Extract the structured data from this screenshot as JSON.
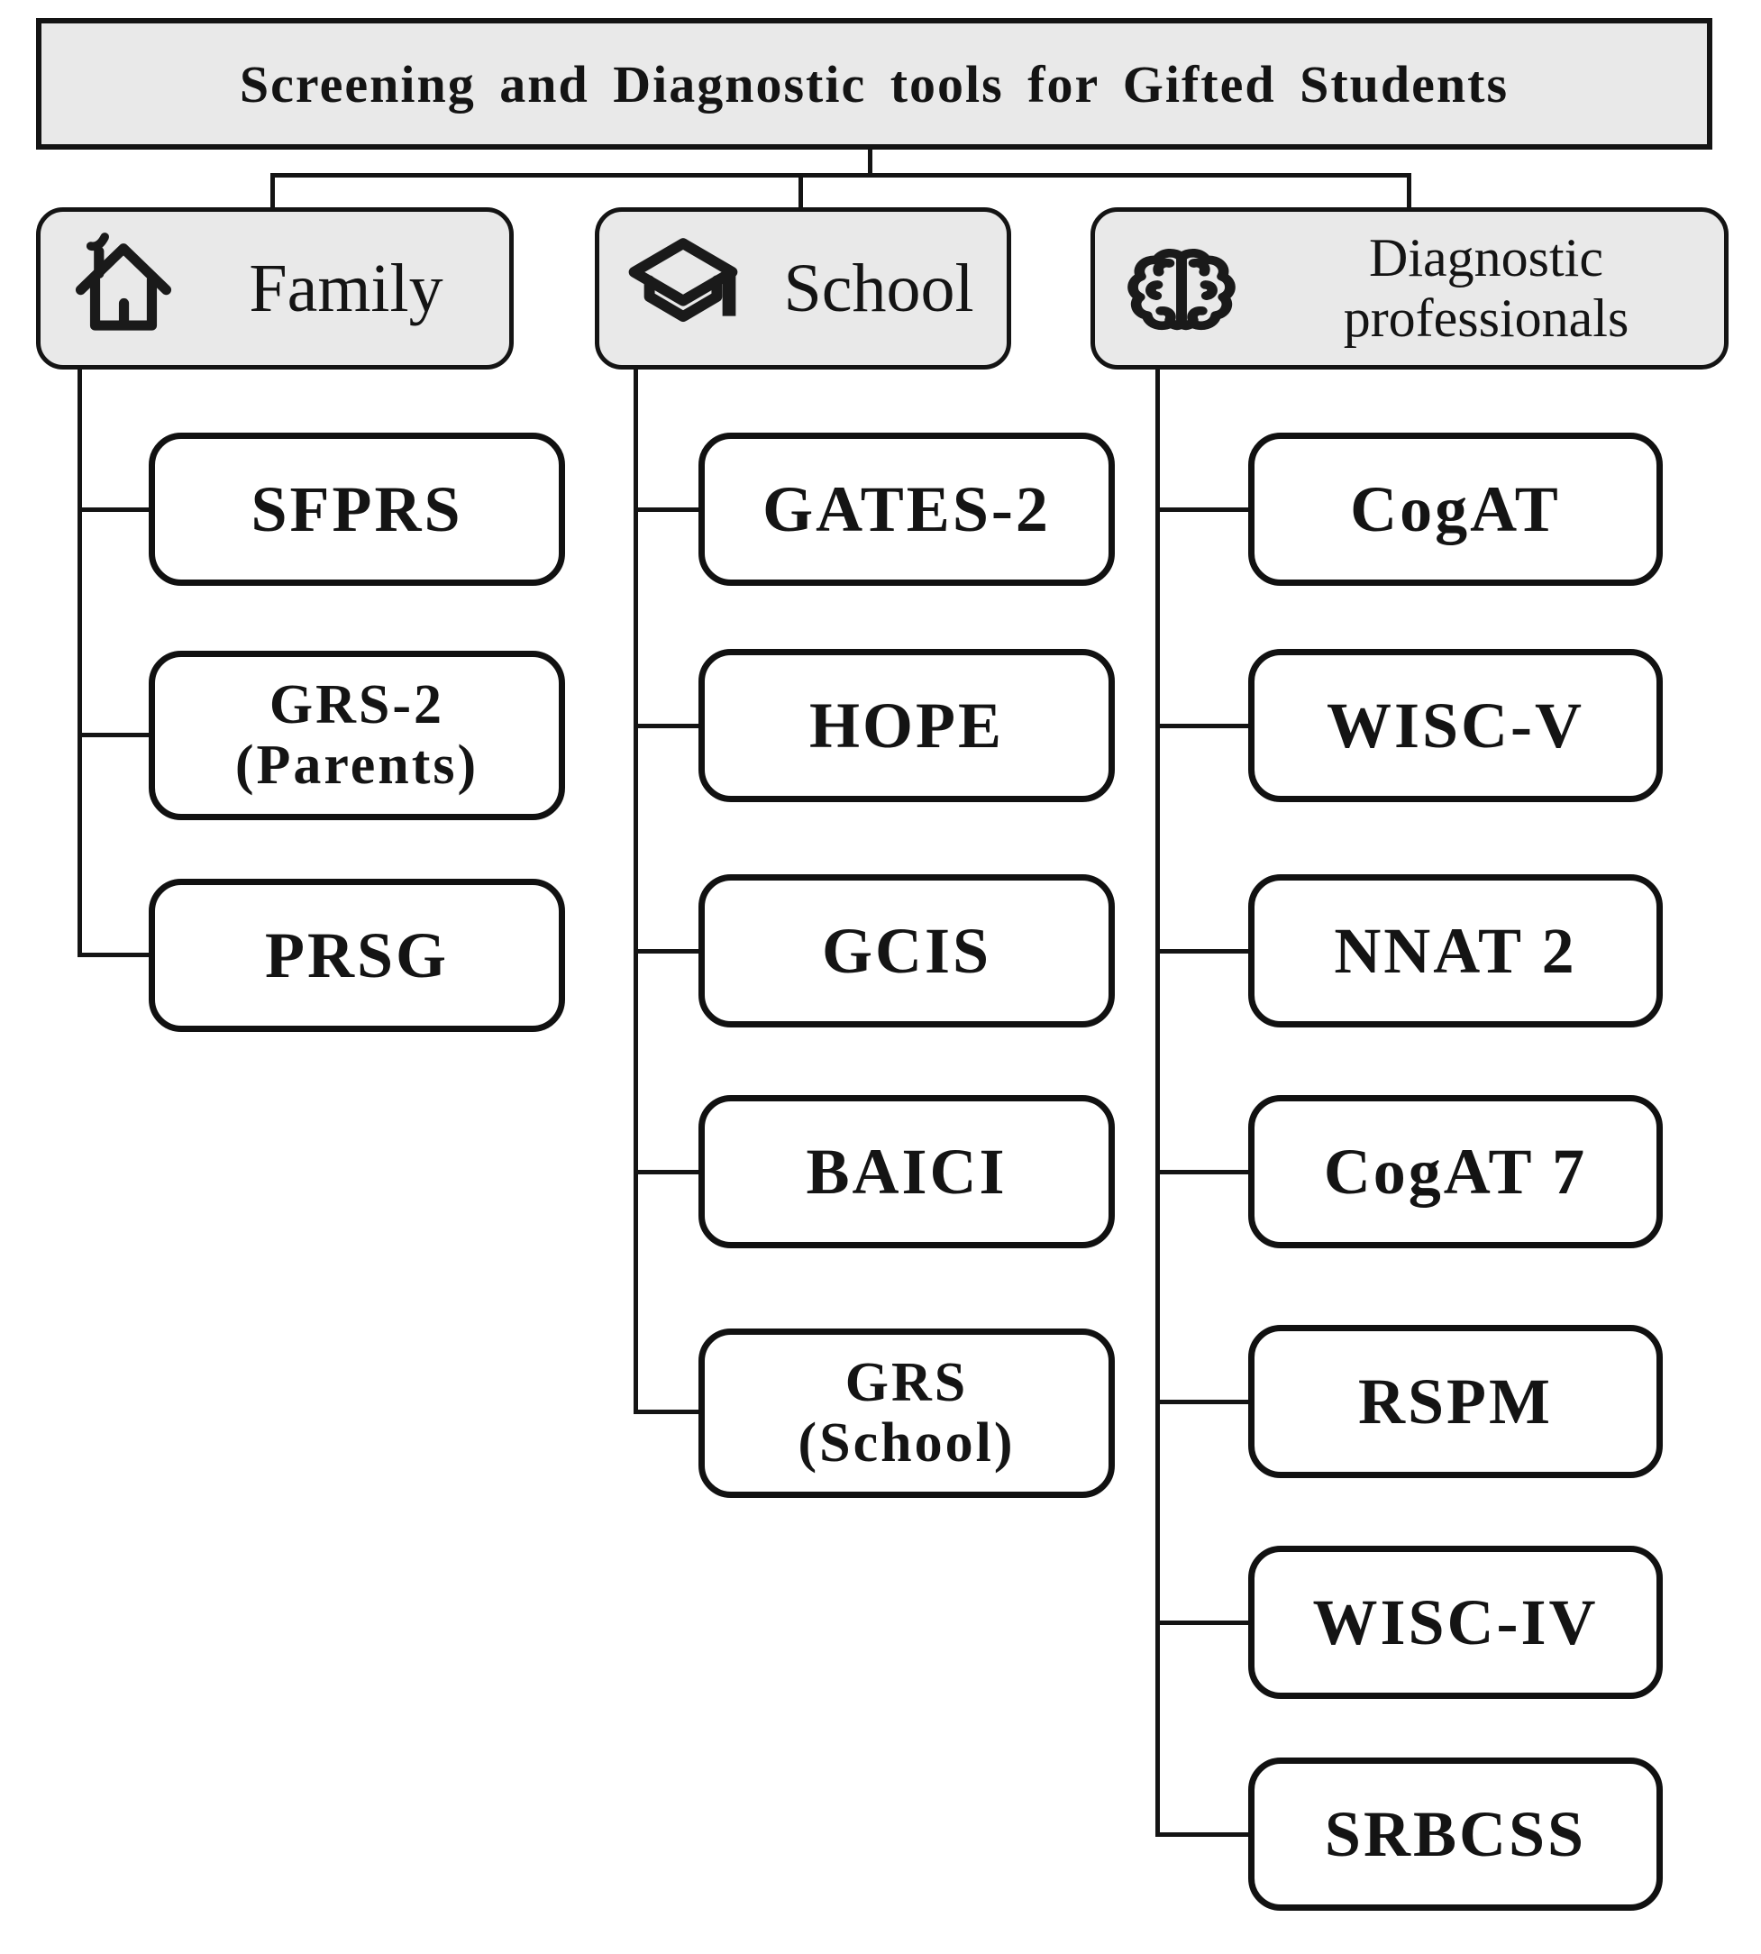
{
  "figure": {
    "title": "Screening and Diagnostic tools for Gifted Students"
  },
  "branches": {
    "family": {
      "label": "Family",
      "icon": "house-icon",
      "children": [
        {
          "lines": [
            "SFPRS"
          ]
        },
        {
          "lines": [
            "GRS-2",
            "(Parents)"
          ]
        },
        {
          "lines": [
            "PRSG"
          ]
        }
      ]
    },
    "school": {
      "label": "School",
      "icon": "graduation-cap-icon",
      "children": [
        {
          "lines": [
            "GATES-2"
          ]
        },
        {
          "lines": [
            "HOPE"
          ]
        },
        {
          "lines": [
            "GCIS"
          ]
        },
        {
          "lines": [
            "BAICI"
          ]
        },
        {
          "lines": [
            "GRS",
            "(School)"
          ]
        }
      ]
    },
    "diagnostic": {
      "label_lines": [
        "Diagnostic",
        "professionals"
      ],
      "icon": "brain-icon",
      "children": [
        {
          "lines": [
            "CogAT"
          ]
        },
        {
          "lines": [
            "WISC-V"
          ]
        },
        {
          "lines": [
            "NNAT 2"
          ]
        },
        {
          "lines": [
            "CogAT 7"
          ]
        },
        {
          "lines": [
            "RSPM"
          ]
        },
        {
          "lines": [
            "WISC-IV"
          ]
        },
        {
          "lines": [
            "SRBCSS"
          ]
        }
      ]
    }
  },
  "colors": {
    "header_fill": "#e9e9e9",
    "node_fill": "#ffffff",
    "line": "#141414"
  }
}
